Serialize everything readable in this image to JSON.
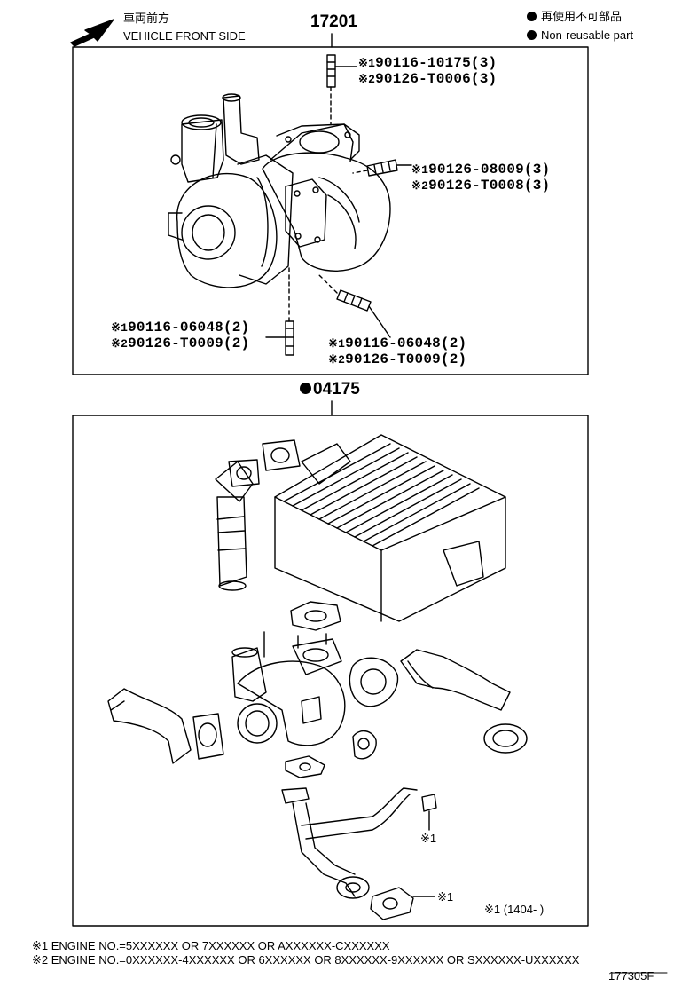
{
  "header": {
    "front_jp": "車両前方",
    "front_en": "VEHICLE FRONT SIDE",
    "legend_jp": "再使用不可部品",
    "legend_en": "Non-reusable part"
  },
  "upper_group": {
    "number": "17201",
    "callouts": [
      {
        "mark": "※1",
        "part": "90116-10175(3)"
      },
      {
        "mark": "※2",
        "part": "90126-T0006(3)"
      },
      {
        "mark": "※1",
        "part": "90126-08009(3)"
      },
      {
        "mark": "※2",
        "part": "90126-T0008(3)"
      },
      {
        "mark": "※1",
        "part": "90116-06048(2)"
      },
      {
        "mark": "※2",
        "part": "90126-T0009(2)"
      },
      {
        "mark": "※1",
        "part": "90116-06048(2)"
      },
      {
        "mark": "※2",
        "part": "90126-T0009(2)"
      }
    ]
  },
  "lower_group": {
    "number": "04175",
    "marks": [
      "※1",
      "※1"
    ],
    "date_note": "※1 (1404-       )"
  },
  "footnotes": [
    "※1 ENGINE NO.=5XXXXXX OR 7XXXXXX OR AXXXXXX-CXXXXXX",
    "※2 ENGINE NO.=0XXXXXX-4XXXXXX OR 6XXXXXX OR 8XXXXXX-9XXXXXX OR SXXXXXX-UXXXXXX"
  ],
  "illustration_code": "177305F"
}
